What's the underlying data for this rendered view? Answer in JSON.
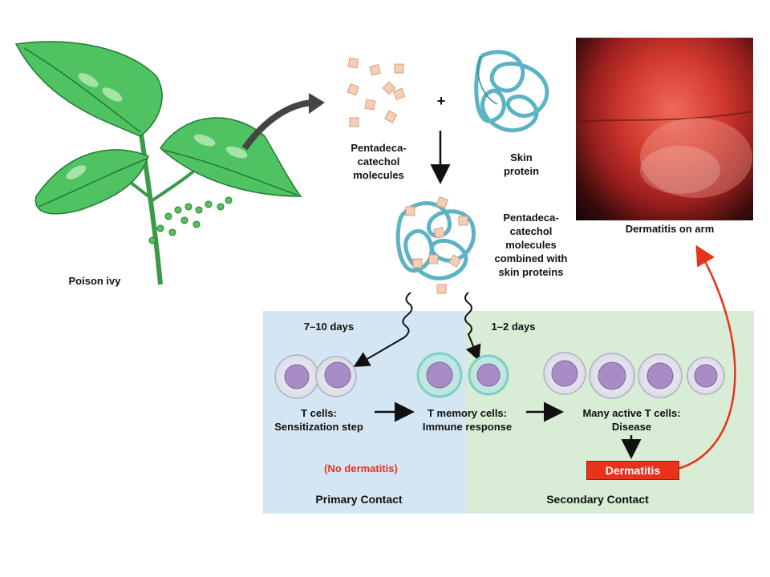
{
  "labels": {
    "poison_ivy": "Poison ivy",
    "molecules": "Pentadeca-\ncatechol\nmolecules",
    "plus": "+",
    "skin_protein": "Skin\nprotein",
    "combined": "Pentadeca-\ncatechol\nmolecules\ncombined with\nskin proteins",
    "photo_caption": "Dermatitis on arm",
    "days_primary": "7–10 days",
    "days_secondary": "1–2 days",
    "t_cells": "T cells:\nSensitization step",
    "t_memory": "T memory cells:\nImmune response",
    "active_t": "Many active T cells:\nDisease",
    "no_dermatitis": "(No dermatitis)",
    "dermatitis": "Dermatitis",
    "primary_contact": "Primary Contact",
    "secondary_contact": "Secondary Contact"
  },
  "colors": {
    "leaf": "#4fc262",
    "leaf_vein": "#1f7a33",
    "protein": "#5bb3c4",
    "molecule": "#f6cdb6",
    "cell_nucleus": "#a78cc5",
    "memory_ring": "#7fcfc6",
    "red": "#e8321c"
  }
}
